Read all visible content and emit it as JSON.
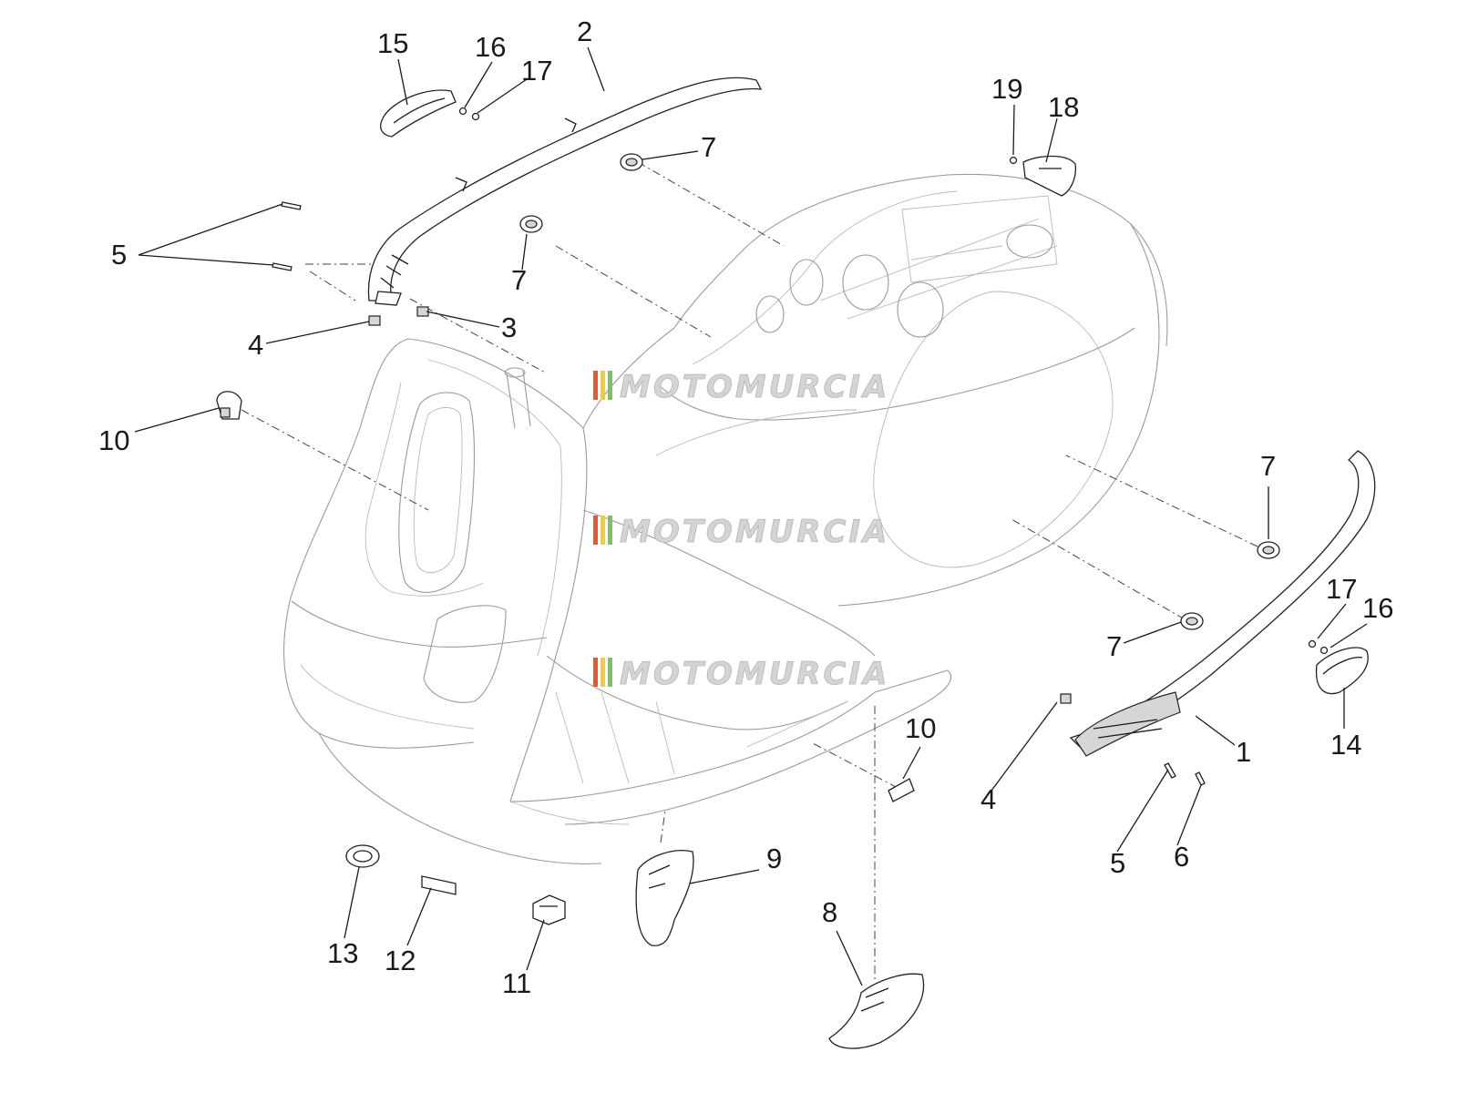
{
  "diagram": {
    "watermark": "MOTOMURCIA",
    "watermark_colors": [
      "#e05a3a",
      "#f0c84a",
      "#7fbf6a",
      "#c8c8c8"
    ],
    "callouts": [
      {
        "id": "c1",
        "label": "1"
      },
      {
        "id": "c2",
        "label": "2"
      },
      {
        "id": "c3",
        "label": "3"
      },
      {
        "id": "c4a",
        "label": "4"
      },
      {
        "id": "c4b",
        "label": "4"
      },
      {
        "id": "c5a",
        "label": "5"
      },
      {
        "id": "c5b",
        "label": "5"
      },
      {
        "id": "c6",
        "label": "6"
      },
      {
        "id": "c7a",
        "label": "7"
      },
      {
        "id": "c7b",
        "label": "7"
      },
      {
        "id": "c7c",
        "label": "7"
      },
      {
        "id": "c7d",
        "label": "7"
      },
      {
        "id": "c8",
        "label": "8"
      },
      {
        "id": "c9",
        "label": "9"
      },
      {
        "id": "c10a",
        "label": "10"
      },
      {
        "id": "c10b",
        "label": "10"
      },
      {
        "id": "c11",
        "label": "11"
      },
      {
        "id": "c12",
        "label": "12"
      },
      {
        "id": "c13",
        "label": "13"
      },
      {
        "id": "c14",
        "label": "14"
      },
      {
        "id": "c15",
        "label": "15"
      },
      {
        "id": "c16a",
        "label": "16"
      },
      {
        "id": "c16b",
        "label": "16"
      },
      {
        "id": "c17a",
        "label": "17"
      },
      {
        "id": "c17b",
        "label": "17"
      },
      {
        "id": "c18",
        "label": "18"
      },
      {
        "id": "c19",
        "label": "19"
      }
    ]
  }
}
